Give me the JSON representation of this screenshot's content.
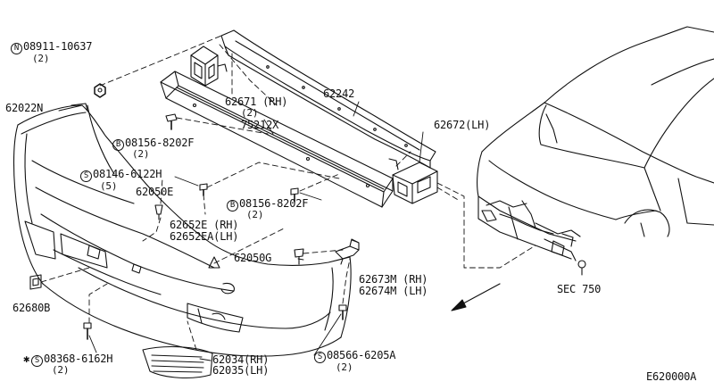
{
  "diagram_id": "E620000A",
  "direction_arrow": "front-left",
  "labels": {
    "nut_sym": "N",
    "nut_code": "08911-10637",
    "nut_qty": "(2)",
    "p62022n": "62022N",
    "bolt1_sym": "B",
    "bolt1_code": "08156-8202F",
    "bolt1_qty": "(2)",
    "screw1_sym": "S",
    "screw1_code": "08146-6122H",
    "screw1_qty": "(5)",
    "p62050e": "62050E",
    "p62671": "62671 (RH)",
    "p62671_qty": "(2)",
    "p62242": "62242",
    "p75212x": "75212X",
    "p62672": "62672(LH)",
    "p62652e": "62652E (RH)",
    "p62652ea": "62652EA(LH)",
    "bolt2_sym": "B",
    "bolt2_code": "08156-8202F",
    "bolt2_qty": "(2)",
    "p62050g": "62050G",
    "p62680b": "62680B",
    "p62673m": "62673M (RH)",
    "p62674m": "62674M (LH)",
    "sec750": "SEC 750",
    "screw2_star": "✱",
    "screw2_sym": "S",
    "screw2_code": "08368-6162H",
    "screw2_qty": "(2)",
    "p62034": "62034(RH)",
    "p62035": "62035(LH)",
    "screw3_sym": "S",
    "screw3_code": "08566-6205A",
    "screw3_qty": "(2)"
  }
}
